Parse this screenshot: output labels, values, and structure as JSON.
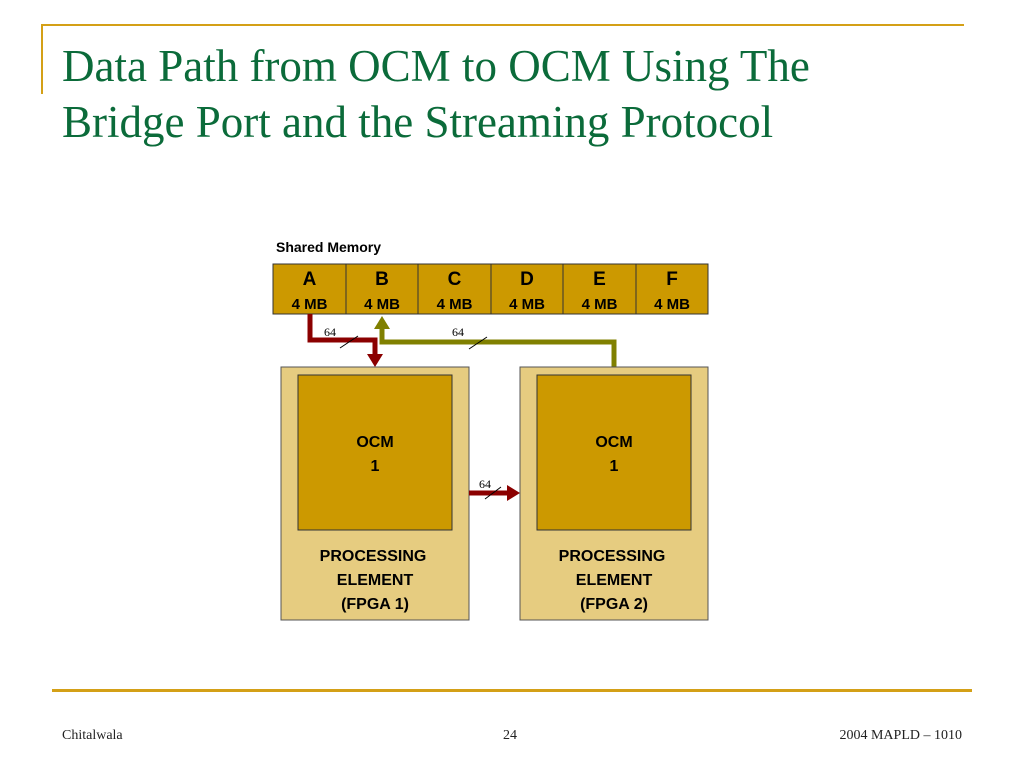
{
  "slide": {
    "title_line1": "Data Path from OCM to OCM Using The",
    "title_line2": "Bridge Port and the Streaming Protocol",
    "footer_left": "Chitalwala",
    "footer_center": "24",
    "footer_right": "2004 MAPLD – 1010"
  },
  "diagram": {
    "shared_memory_label": "Shared Memory",
    "banks": [
      {
        "name": "A",
        "size": "4 MB"
      },
      {
        "name": "B",
        "size": "4 MB"
      },
      {
        "name": "C",
        "size": "4 MB"
      },
      {
        "name": "D",
        "size": "4 MB"
      },
      {
        "name": "E",
        "size": "4 MB"
      },
      {
        "name": "F",
        "size": "4 MB"
      }
    ],
    "pe1": {
      "ocm_line1": "OCM",
      "ocm_line2": "1",
      "label1": "PROCESSING",
      "label2": "ELEMENT",
      "label3": "(FPGA 1)"
    },
    "pe2": {
      "ocm_line1": "OCM",
      "ocm_line2": "1",
      "label1": "PROCESSING",
      "label2": "ELEMENT",
      "label3": "(FPGA 2)"
    },
    "bus_widths": {
      "mem_a_to_pe1": "64",
      "pe2_to_mem_b": "64",
      "pe1_to_pe2": "64"
    },
    "colors": {
      "bank_fill": "#CC9900",
      "pe_fill": "#E6CC80",
      "ocm_fill": "#CC9900",
      "read_path": "#8B0000",
      "write_path": "#808000",
      "title": "#0B6B3A",
      "accent_rule": "#D4A017"
    }
  }
}
